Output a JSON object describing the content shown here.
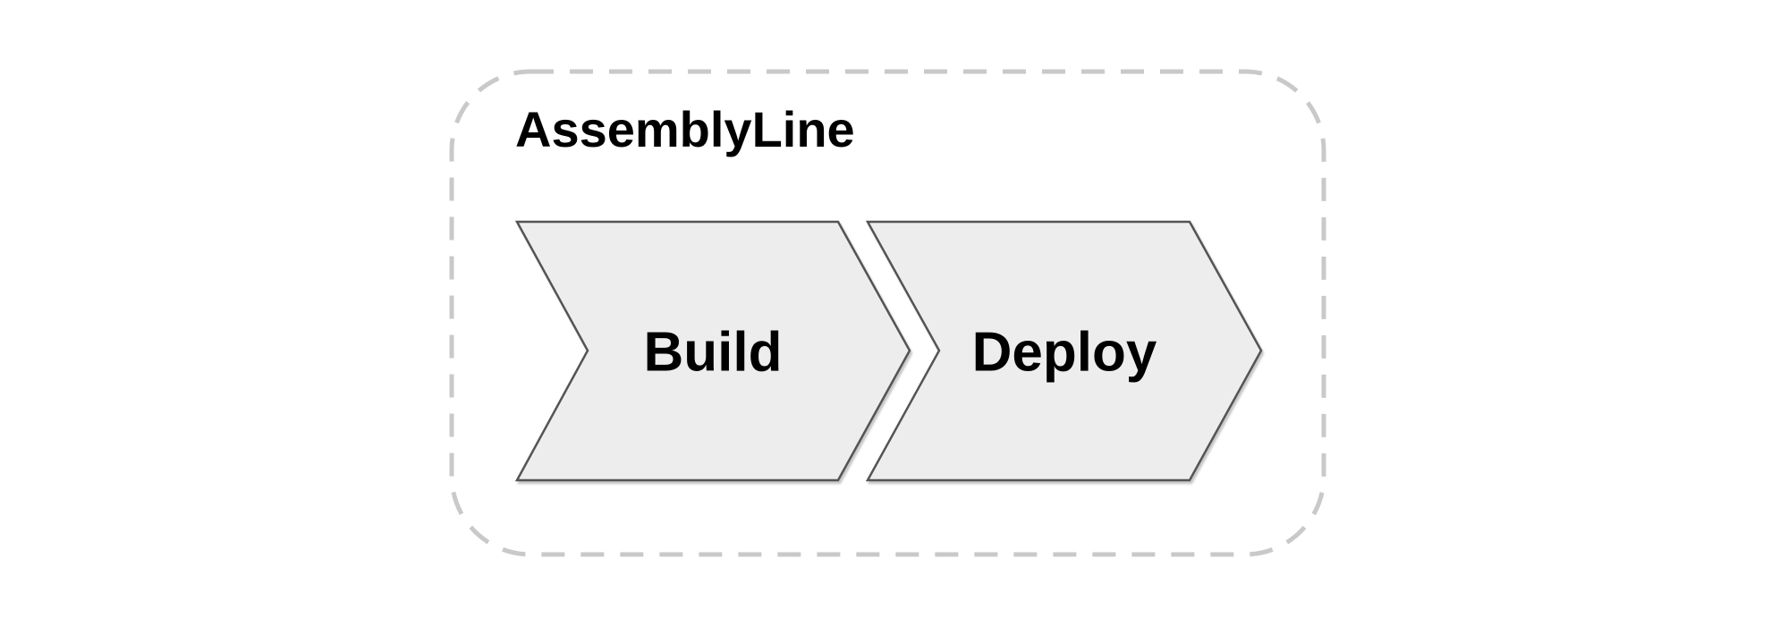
{
  "diagram": {
    "type": "pipeline-flow",
    "container": {
      "title": "AssemblyLine"
    },
    "nodes": [
      {
        "id": "build",
        "label": "Build",
        "shape": "chevron-arrow"
      },
      {
        "id": "deploy",
        "label": "Deploy",
        "shape": "chevron-arrow"
      }
    ],
    "flow_order": [
      "Build",
      "Deploy"
    ],
    "colors": {
      "background": "#ffffff",
      "container_border": "#c9c9c9",
      "node_fill": "#ededed",
      "node_stroke": "#545454",
      "label_text": "#000000"
    }
  }
}
